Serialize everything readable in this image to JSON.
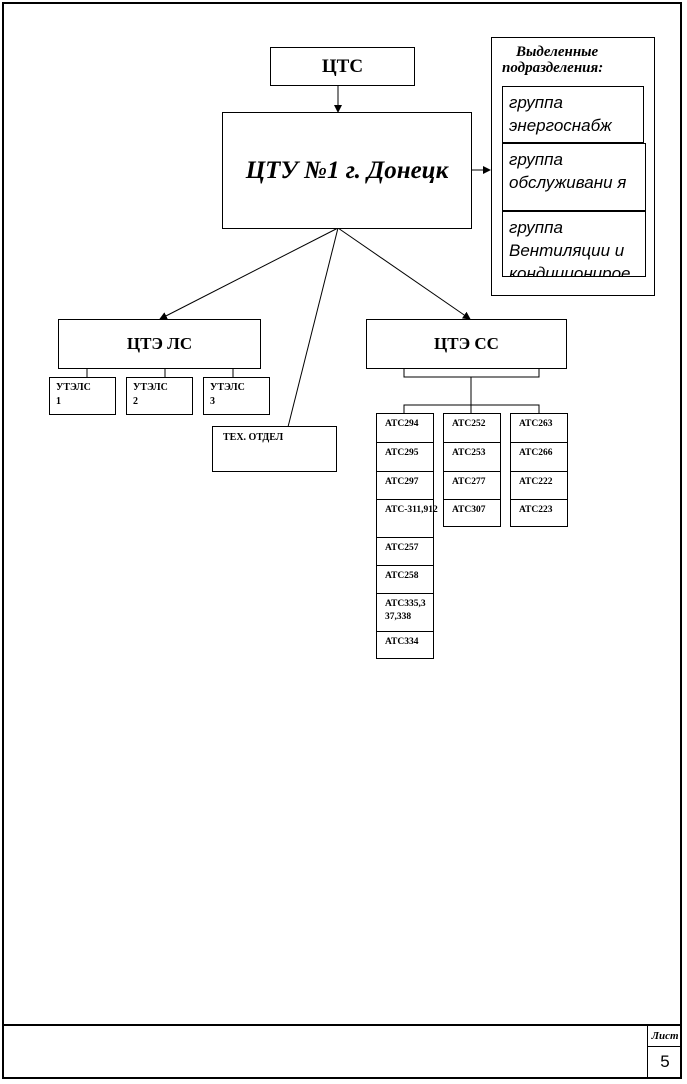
{
  "diagram": {
    "cts": "ЦТС",
    "ctu": "ЦТУ №1 г. Донецк",
    "allocated": {
      "title_line1": "Выделенные",
      "title_line2": "подразделения:",
      "groups": [
        "группа энергоснабж",
        "группа обслуживани я",
        "группа Вентиляции и кондиционирое"
      ]
    },
    "cte_ls": "ЦТЭ ЛС",
    "cte_ss": "ЦТЭ СС",
    "utels": [
      {
        "l1": "УТЭЛС",
        "l2": "1"
      },
      {
        "l1": "УТЭЛС",
        "l2": "2"
      },
      {
        "l1": "УТЭЛС",
        "l2": "3"
      }
    ],
    "tech_dept": "ТЕХ. ОТДЕЛ",
    "ats_col1": [
      "АТС294",
      "АТС295",
      "АТС297",
      "АТС-311,912",
      "АТС257",
      "АТС258",
      "АТС335,337,338",
      "АТС334"
    ],
    "ats_col2": [
      "АТС252",
      "АТС253",
      "АТС277",
      "АТС307"
    ],
    "ats_col3": [
      "АТС263",
      "АТС266",
      "АТС222",
      "АТС223"
    ]
  },
  "title_block": {
    "sheet_label": "Лист",
    "sheet_number": "5"
  }
}
